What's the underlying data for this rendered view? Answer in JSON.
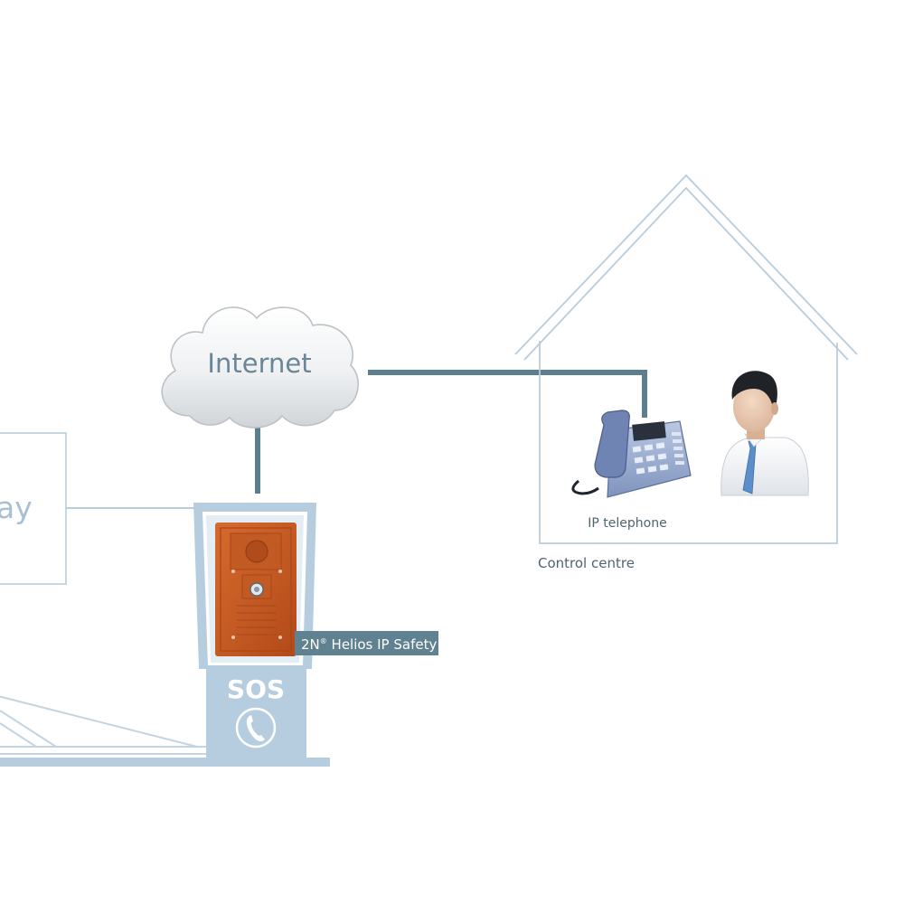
{
  "labels": {
    "internet": "Internet",
    "partial_box_text": "ay",
    "ip_telephone": "IP telephone",
    "control_centre": "Control centre",
    "device_tag": "2N",
    "device_tag_sup": "®",
    "device_tag_rest": " Helios IP Safety",
    "sos": "SOS"
  },
  "colors": {
    "accent_line": "#5d7e8e",
    "thin_outline": "#b9ccdc",
    "device_orange": "#c85a22",
    "kiosk_blue": "#b6cde0",
    "tag_bg": "#60818f",
    "label_text": "#4f6470"
  },
  "icons": {
    "phone": "ip-telephone-icon",
    "person": "operator-person-icon",
    "cloud": "cloud-icon",
    "handset": "handset-icon"
  }
}
